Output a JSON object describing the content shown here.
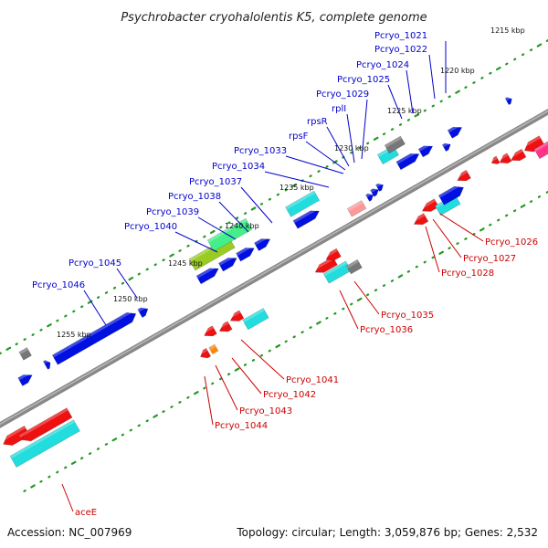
{
  "title": "Psychrobacter cryohalolentis K5, complete genome",
  "footer": {
    "accession": "Accession: NC_007969",
    "summary": "Topology: circular; Length: 3,059,876 bp; Genes: 2,532"
  },
  "colors": {
    "forward_label": "#0000cc",
    "reverse_label": "#cc0000",
    "backbone": "#888888",
    "tick": "#229922",
    "cds_blue": "#0010e0",
    "cds_red": "#ee1111",
    "cds_cyan": "#22dddd",
    "cds_green": "#44ee88",
    "cds_olive": "#99cc22",
    "cds_gray": "#777777",
    "cds_pink": "#ff9999",
    "cds_orange": "#ff8800",
    "cds_magenta": "#ff3388"
  },
  "kbp_markers": [
    "1215 kbp",
    "1220 kbp",
    "1225 kbp",
    "1230 kbp",
    "1235 kbp",
    "1240 kbp",
    "1245 kbp",
    "1250 kbp",
    "1255 kbp"
  ],
  "forward_genes": [
    "Pcryo_1021",
    "Pcryo_1022",
    "Pcryo_1024",
    "Pcryo_1025",
    "Pcryo_1029",
    "rplI",
    "rpsR",
    "rpsF",
    "Pcryo_1033",
    "Pcryo_1034",
    "Pcryo_1037",
    "Pcryo_1038",
    "Pcryo_1039",
    "Pcryo_1040",
    "Pcryo_1045",
    "Pcryo_1046"
  ],
  "reverse_genes": [
    "Pcryo_1026",
    "Pcryo_1027",
    "Pcryo_1028",
    "Pcryo_1035",
    "Pcryo_1036",
    "Pcryo_1041",
    "Pcryo_1042",
    "Pcryo_1043",
    "Pcryo_1044",
    "aceE"
  ]
}
